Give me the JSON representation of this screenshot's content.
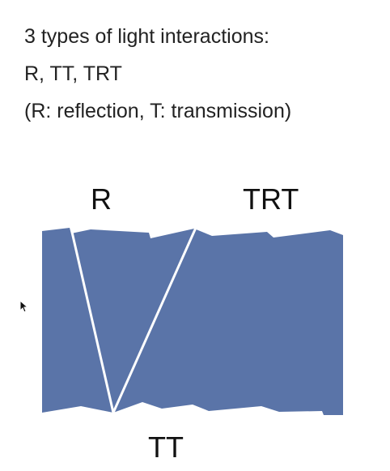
{
  "intro": {
    "line1": "3 types of light interactions:",
    "line2": "R, TT, TRT",
    "line3": "(R: reflection, T: transmission)"
  },
  "diagram": {
    "fiber_color": "#5a74a8",
    "ray_color": "#ffffff",
    "labels": {
      "reflection": "R",
      "double_transmission": "TT",
      "transmission_reflection_transmission": "TRT"
    }
  },
  "cursor_icon": "arrow-cursor-icon"
}
